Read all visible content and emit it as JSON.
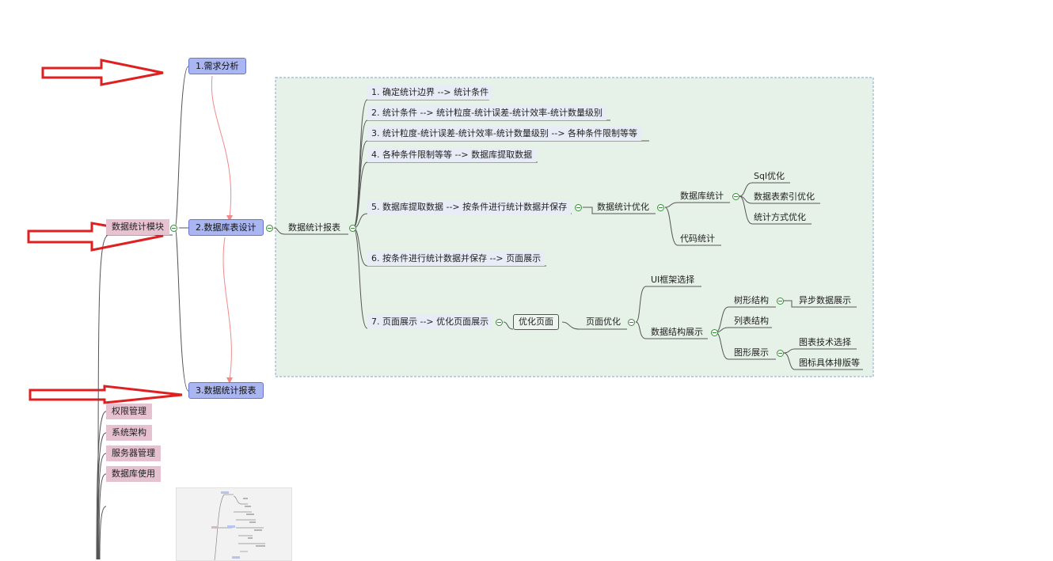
{
  "mindmap": {
    "root": "数据统计模块",
    "phases": [
      "1.需求分析",
      "2.数据库表设计",
      "3.数据统计报表"
    ],
    "report_topic": "数据统计报表",
    "steps": [
      "1. 确定统计边界 --> 统计条件",
      "2. 统计条件 --> 统计粒度-统计误差-统计效率-统计数量级别",
      "3. 统计粒度-统计误差-统计效率-统计数量级别  --> 各种条件限制等等",
      "4. 各种条件限制等等 --> 数据库提取数据",
      "5. 数据库提取数据 --> 按条件进行统计数据并保存",
      "6. 按条件进行统计数据并保存 --> 页面展示",
      "7. 页面展示 --> 优化页面展示"
    ],
    "step5_branch": {
      "label": "数据统计优化",
      "db": "数据库统计",
      "db_children": [
        "Sql优化",
        "数据表索引优化",
        "统计方式优化"
      ],
      "code": "代码统计"
    },
    "step7_branch": {
      "optimize": "优化页面",
      "page_opt": "页面优化",
      "ui": "UI框架选择",
      "ds": "数据结构展示",
      "tree": "树形结构",
      "async": "异步数据展示",
      "list": "列表结构",
      "graph": "图形展示",
      "graph_children": [
        "图表技术选择",
        "图标具体排版等"
      ]
    },
    "other_topics": [
      "权限管理",
      "系统架构",
      "服务器管理",
      "数据库使用"
    ]
  },
  "colors": {
    "phase_fill": "#aab6f2",
    "pink_fill": "#e6c1cf",
    "boundary_fill": "#e6f2e8",
    "boundary_stroke": "#9ab4d8",
    "relation_line": "#f08a8a",
    "arrow_red": "#e02020",
    "toggle_green": "#3c8a3c"
  }
}
